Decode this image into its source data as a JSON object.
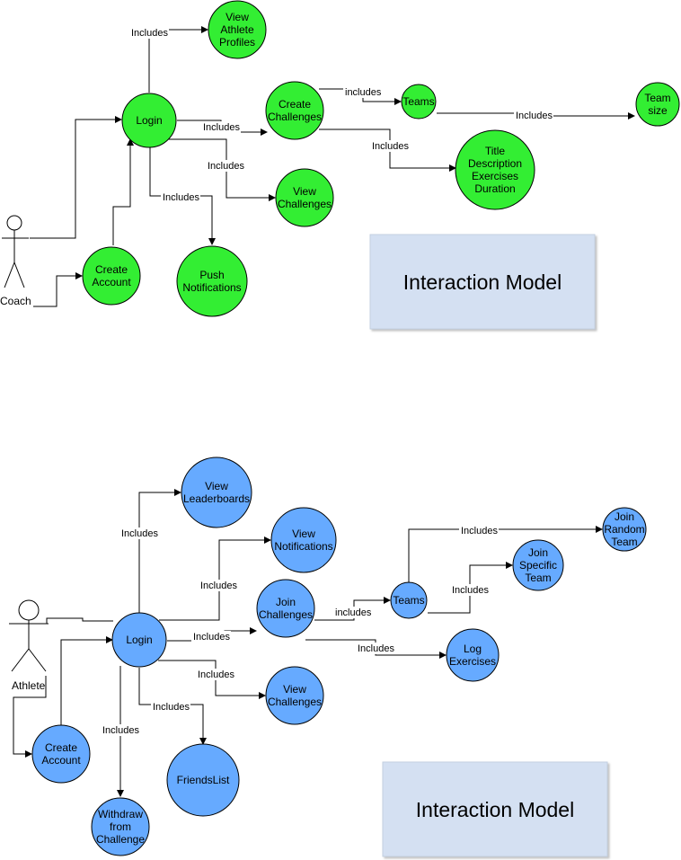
{
  "colors": {
    "coach_node": "#33ee33",
    "athlete_node": "#66aaff",
    "node_stroke": "#000000",
    "title_box_fill": "#d4e0f2",
    "title_box_stroke": "#c3cfe0"
  },
  "coach_section": {
    "title": "Interaction Model",
    "actor": "Coach",
    "nodes": {
      "login": [
        "Login"
      ],
      "create_account": [
        "Create",
        "Account"
      ],
      "view_athlete_profiles": [
        "View",
        "Athlete",
        "Profiles"
      ],
      "create_challenges": [
        "Create",
        "Challenges"
      ],
      "teams": [
        "Teams"
      ],
      "team_size": [
        "Team",
        "size"
      ],
      "challenge_details": [
        "Title",
        "Description",
        "Exercises",
        "Duration"
      ],
      "view_challenges": [
        "View",
        "Challenges"
      ],
      "push_notifications": [
        "Push",
        "Notifications"
      ]
    },
    "edge_labels": {
      "login_to_profiles": "Includes",
      "login_to_create_challenges": "Includes",
      "login_to_view_challenges": "Includes",
      "login_to_push": "Includes",
      "create_challenges_to_teams": "includes",
      "create_challenges_to_details": "Includes",
      "teams_to_team_size": "Includes"
    }
  },
  "athlete_section": {
    "title": "Interaction Model",
    "actor": "Athlete",
    "nodes": {
      "login": [
        "Login"
      ],
      "create_account": [
        "Create",
        "Account"
      ],
      "view_leaderboards": [
        "View",
        "Leaderboards"
      ],
      "view_notifications": [
        "View",
        "Notifications"
      ],
      "join_challenges": [
        "Join",
        "Challenges"
      ],
      "teams": [
        "Teams"
      ],
      "join_random_team": [
        "Join",
        "Random",
        "Team"
      ],
      "join_specific_team": [
        "Join",
        "Specific",
        "Team"
      ],
      "log_exercises": [
        "Log",
        "Exercises"
      ],
      "view_challenges": [
        "View",
        "Challenges"
      ],
      "friends_list": [
        "FriendsList"
      ],
      "withdraw": [
        "Withdraw",
        "from",
        "Challenge"
      ]
    },
    "edge_labels": {
      "login_to_leaderboards": "Includes",
      "login_to_notifications": "Includes",
      "login_to_join_challenges": "Includes",
      "login_to_view_challenges": "Includes",
      "login_to_friends_list": "Includes",
      "login_to_withdraw": "Includes",
      "join_challenges_to_teams": "includes",
      "join_challenges_to_log": "Includes",
      "teams_to_random": "Includes",
      "teams_to_specific": "Includes"
    }
  }
}
